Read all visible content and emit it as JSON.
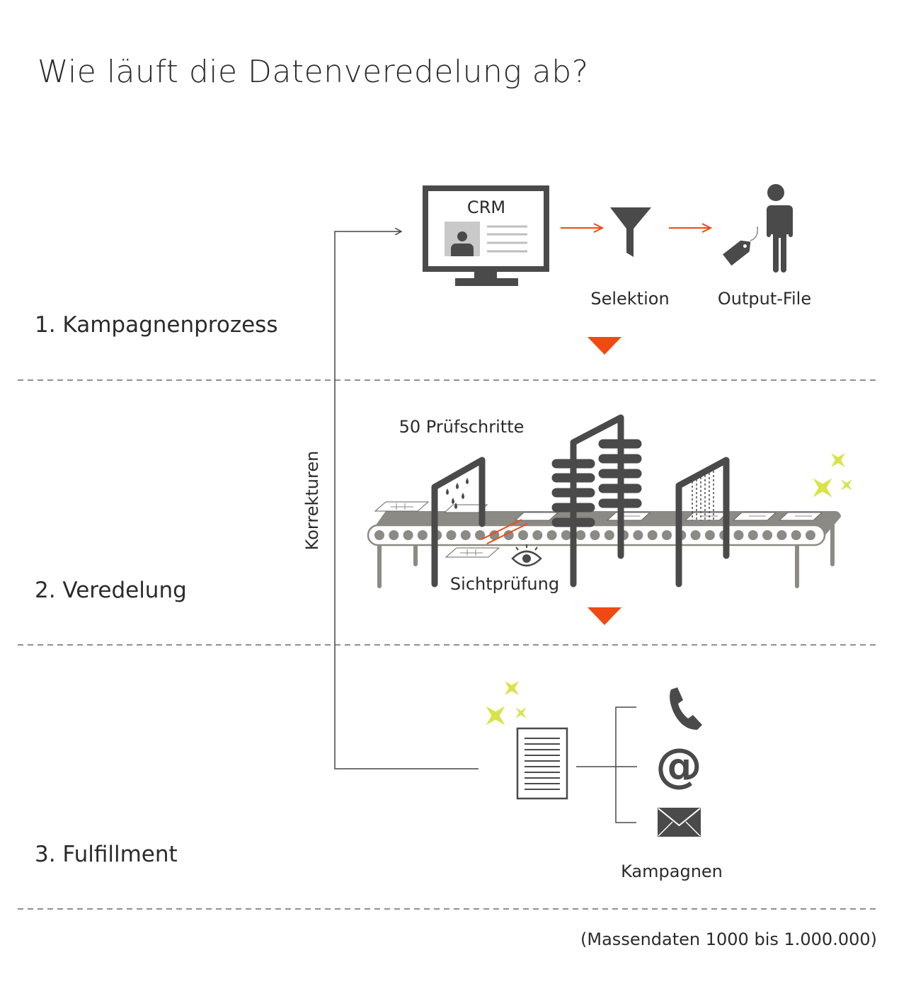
{
  "title": "Wie läuft die Datenveredelung ab?",
  "sections": [
    {
      "label": "1. Kampagnenprozess"
    },
    {
      "label": "2. Veredelung"
    },
    {
      "label": "3. Fulfillment"
    }
  ],
  "stage1": {
    "crm_label": "CRM",
    "selektion_label": "Selektion",
    "output_label": "Output-File"
  },
  "stage2": {
    "pruefschritte_label": "50 Prüfschritte",
    "sichtpruefung_label": "Sichtprüfung"
  },
  "stage3": {
    "kampagnen_label": "Kampagnen",
    "channels": [
      "phone-icon",
      "at-sign-icon",
      "envelope-icon"
    ]
  },
  "feedback_label": "Korrekturen",
  "footnote": "(Massendaten 1000 bis 1.000.000)",
  "colors": {
    "dark": "#4a4a4a",
    "belt": "#8c8a85",
    "accent": "#f04a12",
    "sparkle": "#d8e34a",
    "divider": "#6b6b6b"
  }
}
